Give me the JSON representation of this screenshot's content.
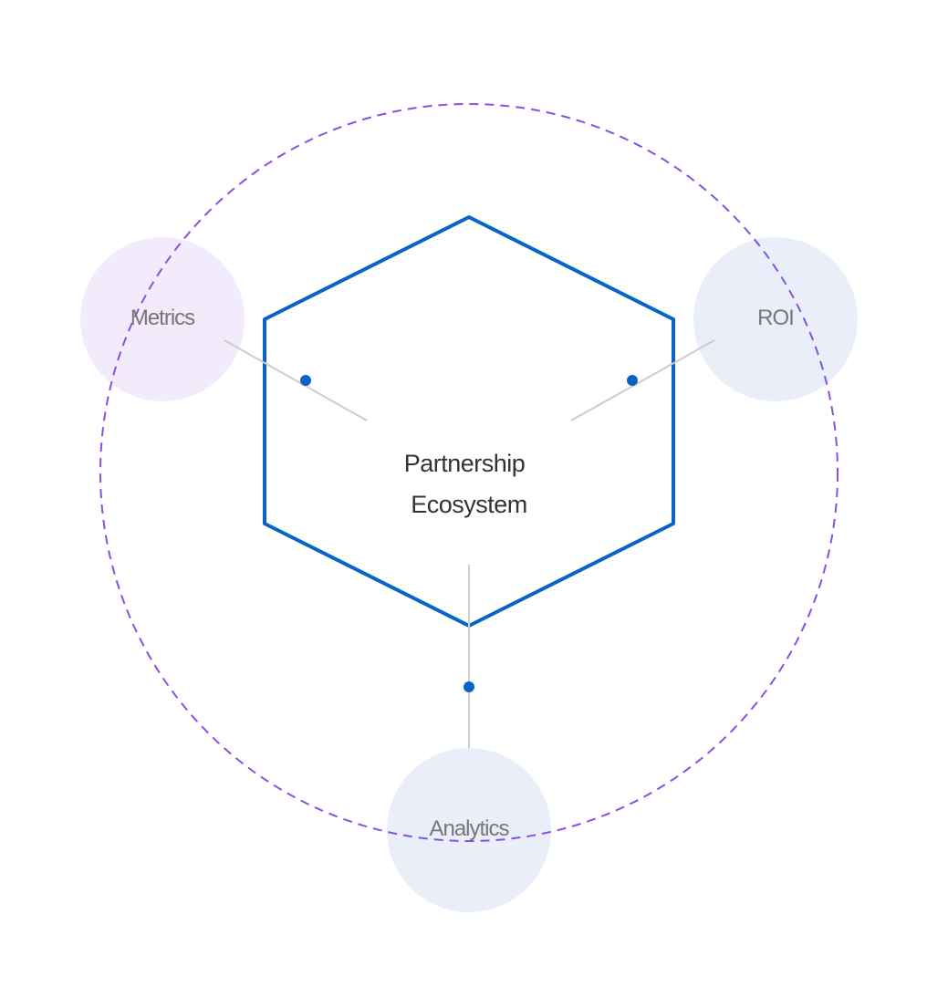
{
  "colors": {
    "background": "#ffffff",
    "hexagon_stroke": "#0a63c9",
    "dot_fill": "#0a63c9",
    "dashed_orbit": "#8a4fe0",
    "connector_line": "#cccccc",
    "node_metrics_fill": "#f2ebfb",
    "node_roi_fill": "#eaeef9",
    "node_analytics_fill": "#eaeef9",
    "node_text": "#777777",
    "center_text": "#333333"
  },
  "center": {
    "line1": "Partnership",
    "line2": "Ecosystem"
  },
  "nodes": {
    "metrics": {
      "label": "Metrics"
    },
    "roi": {
      "label": "ROI"
    },
    "analytics": {
      "label": "Analytics"
    }
  }
}
